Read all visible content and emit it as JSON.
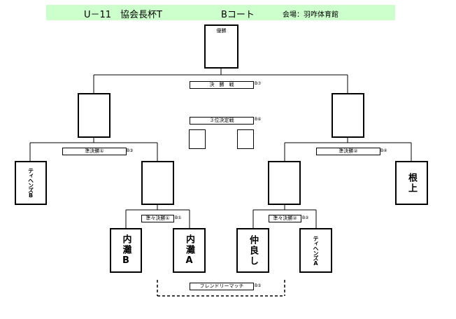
{
  "header": {
    "title": "U－11　協会長杯T",
    "court": "Bコート",
    "venue": "会場：羽咋体育館"
  },
  "winner_label": "優勝",
  "rounds": {
    "final": "決　勝　戦",
    "final_no": "B⑦",
    "third": "３位決定戦",
    "third_no": "B⑥",
    "semi1": "準決勝①",
    "semi1_no": "B③",
    "semi2": "準決勝②",
    "semi2_no": "B④",
    "qf1": "準々決勝①",
    "qf1_no": "B①",
    "qf2": "準々決勝②",
    "qf2_no": "B②",
    "friendly": "フレンドリーマッチ",
    "friendly_no": "B⑤"
  },
  "teams": {
    "left_seed": "ティヘンズB",
    "qf1_a": "内灘B",
    "qf1_b": "内灘A",
    "qf2_a": "仲良し",
    "qf2_b": "ティヘンズA",
    "right_seed": "根上"
  }
}
